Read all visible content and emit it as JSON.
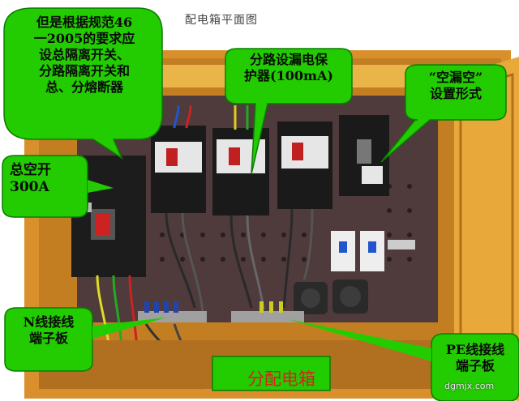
{
  "image_title": "配电箱平面图",
  "callouts": {
    "standard_note": [
      "但是根据规范46",
      "一2005的要求应",
      "设总隔离开关、",
      "分路隔离开关和",
      "总、分熔断器"
    ],
    "main_switch": [
      "总空开",
      "300A"
    ],
    "rcd_branch": [
      "分路设漏电保",
      "护器(100mA)"
    ],
    "empty_config": [
      "“空漏空”",
      "设置形式"
    ],
    "n_terminal": [
      "N线接线",
      "端子板"
    ],
    "pe_terminal": [
      "PE线接线",
      "端子板"
    ]
  },
  "caption": "分配电箱",
  "watermark": "dgmjx.com",
  "colors": {
    "bubble": "#22cc00",
    "bubble_dark": "#0a7d00",
    "cabinet": "#e3a233",
    "panel": "#4f3a3c",
    "caption_red": "#d62020"
  }
}
